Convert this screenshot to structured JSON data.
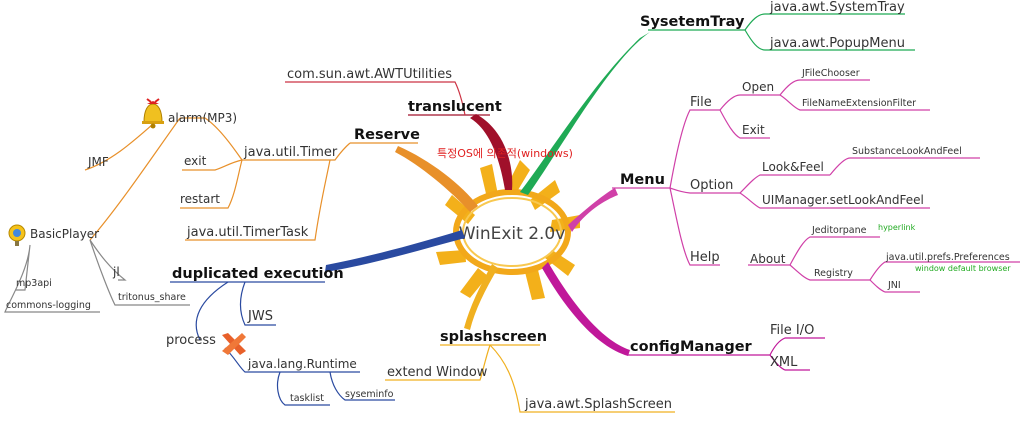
{
  "center": "WinExit 2.0v",
  "note": "특정OS에 의존적(windows)",
  "branches": {
    "systemtray": {
      "title": "SysetemTray",
      "items": [
        "java.awt.SystemTray",
        "java.awt.PopupMenu"
      ]
    },
    "translucent": {
      "title": "translucent",
      "items": [
        "com.sun.awt.AWTUtilities"
      ]
    },
    "reserve": {
      "title": "Reserve",
      "timer": "java.util.Timer",
      "timertask": "java.util.TimerTask",
      "timer_items": [
        "alarm(MP3)",
        "exit",
        "restart"
      ],
      "jmf": "JMF"
    },
    "basicplayer": {
      "title": "BasicPlayer",
      "items": [
        "jl",
        "tritonus_share",
        "mp3api",
        "commons-logging"
      ]
    },
    "duplicated": {
      "title": "duplicated execution",
      "jws": "JWS",
      "process": "process",
      "runtime": "java.lang.Runtime",
      "sub": [
        "tasklist",
        "syseminfo"
      ]
    },
    "splash": {
      "title": "splashscreen",
      "items": [
        "extend Window",
        "java.awt.SplashScreen"
      ]
    },
    "menu": {
      "title": "Menu",
      "file": {
        "label": "File",
        "open": "Open",
        "open_items": [
          "JFileChooser",
          "FileNameExtensionFilter"
        ],
        "exit": "Exit"
      },
      "option": {
        "label": "Option",
        "look": "Look&Feel",
        "substance": "SubstanceLookAndFeel",
        "uimanager": "UIManager.setLookAndFeel"
      },
      "help": {
        "label": "Help",
        "about": "About",
        "jeditor": "Jeditorpane",
        "hyperlink": "hyperlink",
        "registry": "Registry",
        "prefs": "java.util.prefs.Preferences",
        "browser": "window default browser",
        "jni": "JNI"
      }
    },
    "config": {
      "title": "configManager",
      "items": [
        "File I/O",
        "XML"
      ]
    }
  },
  "colors": {
    "systemtray": "#1faa55",
    "translucent": "#a0102a",
    "reserve": "#e8902a",
    "duplicated": "#2a4aa0",
    "splash": "#f0b020",
    "menu": "#d040a8",
    "config": "#c0189a",
    "sun": "#f3b01a",
    "sunring": "#f2a81a"
  },
  "icons": [
    "bell-icon",
    "player-icon",
    "x-mark-icon"
  ]
}
